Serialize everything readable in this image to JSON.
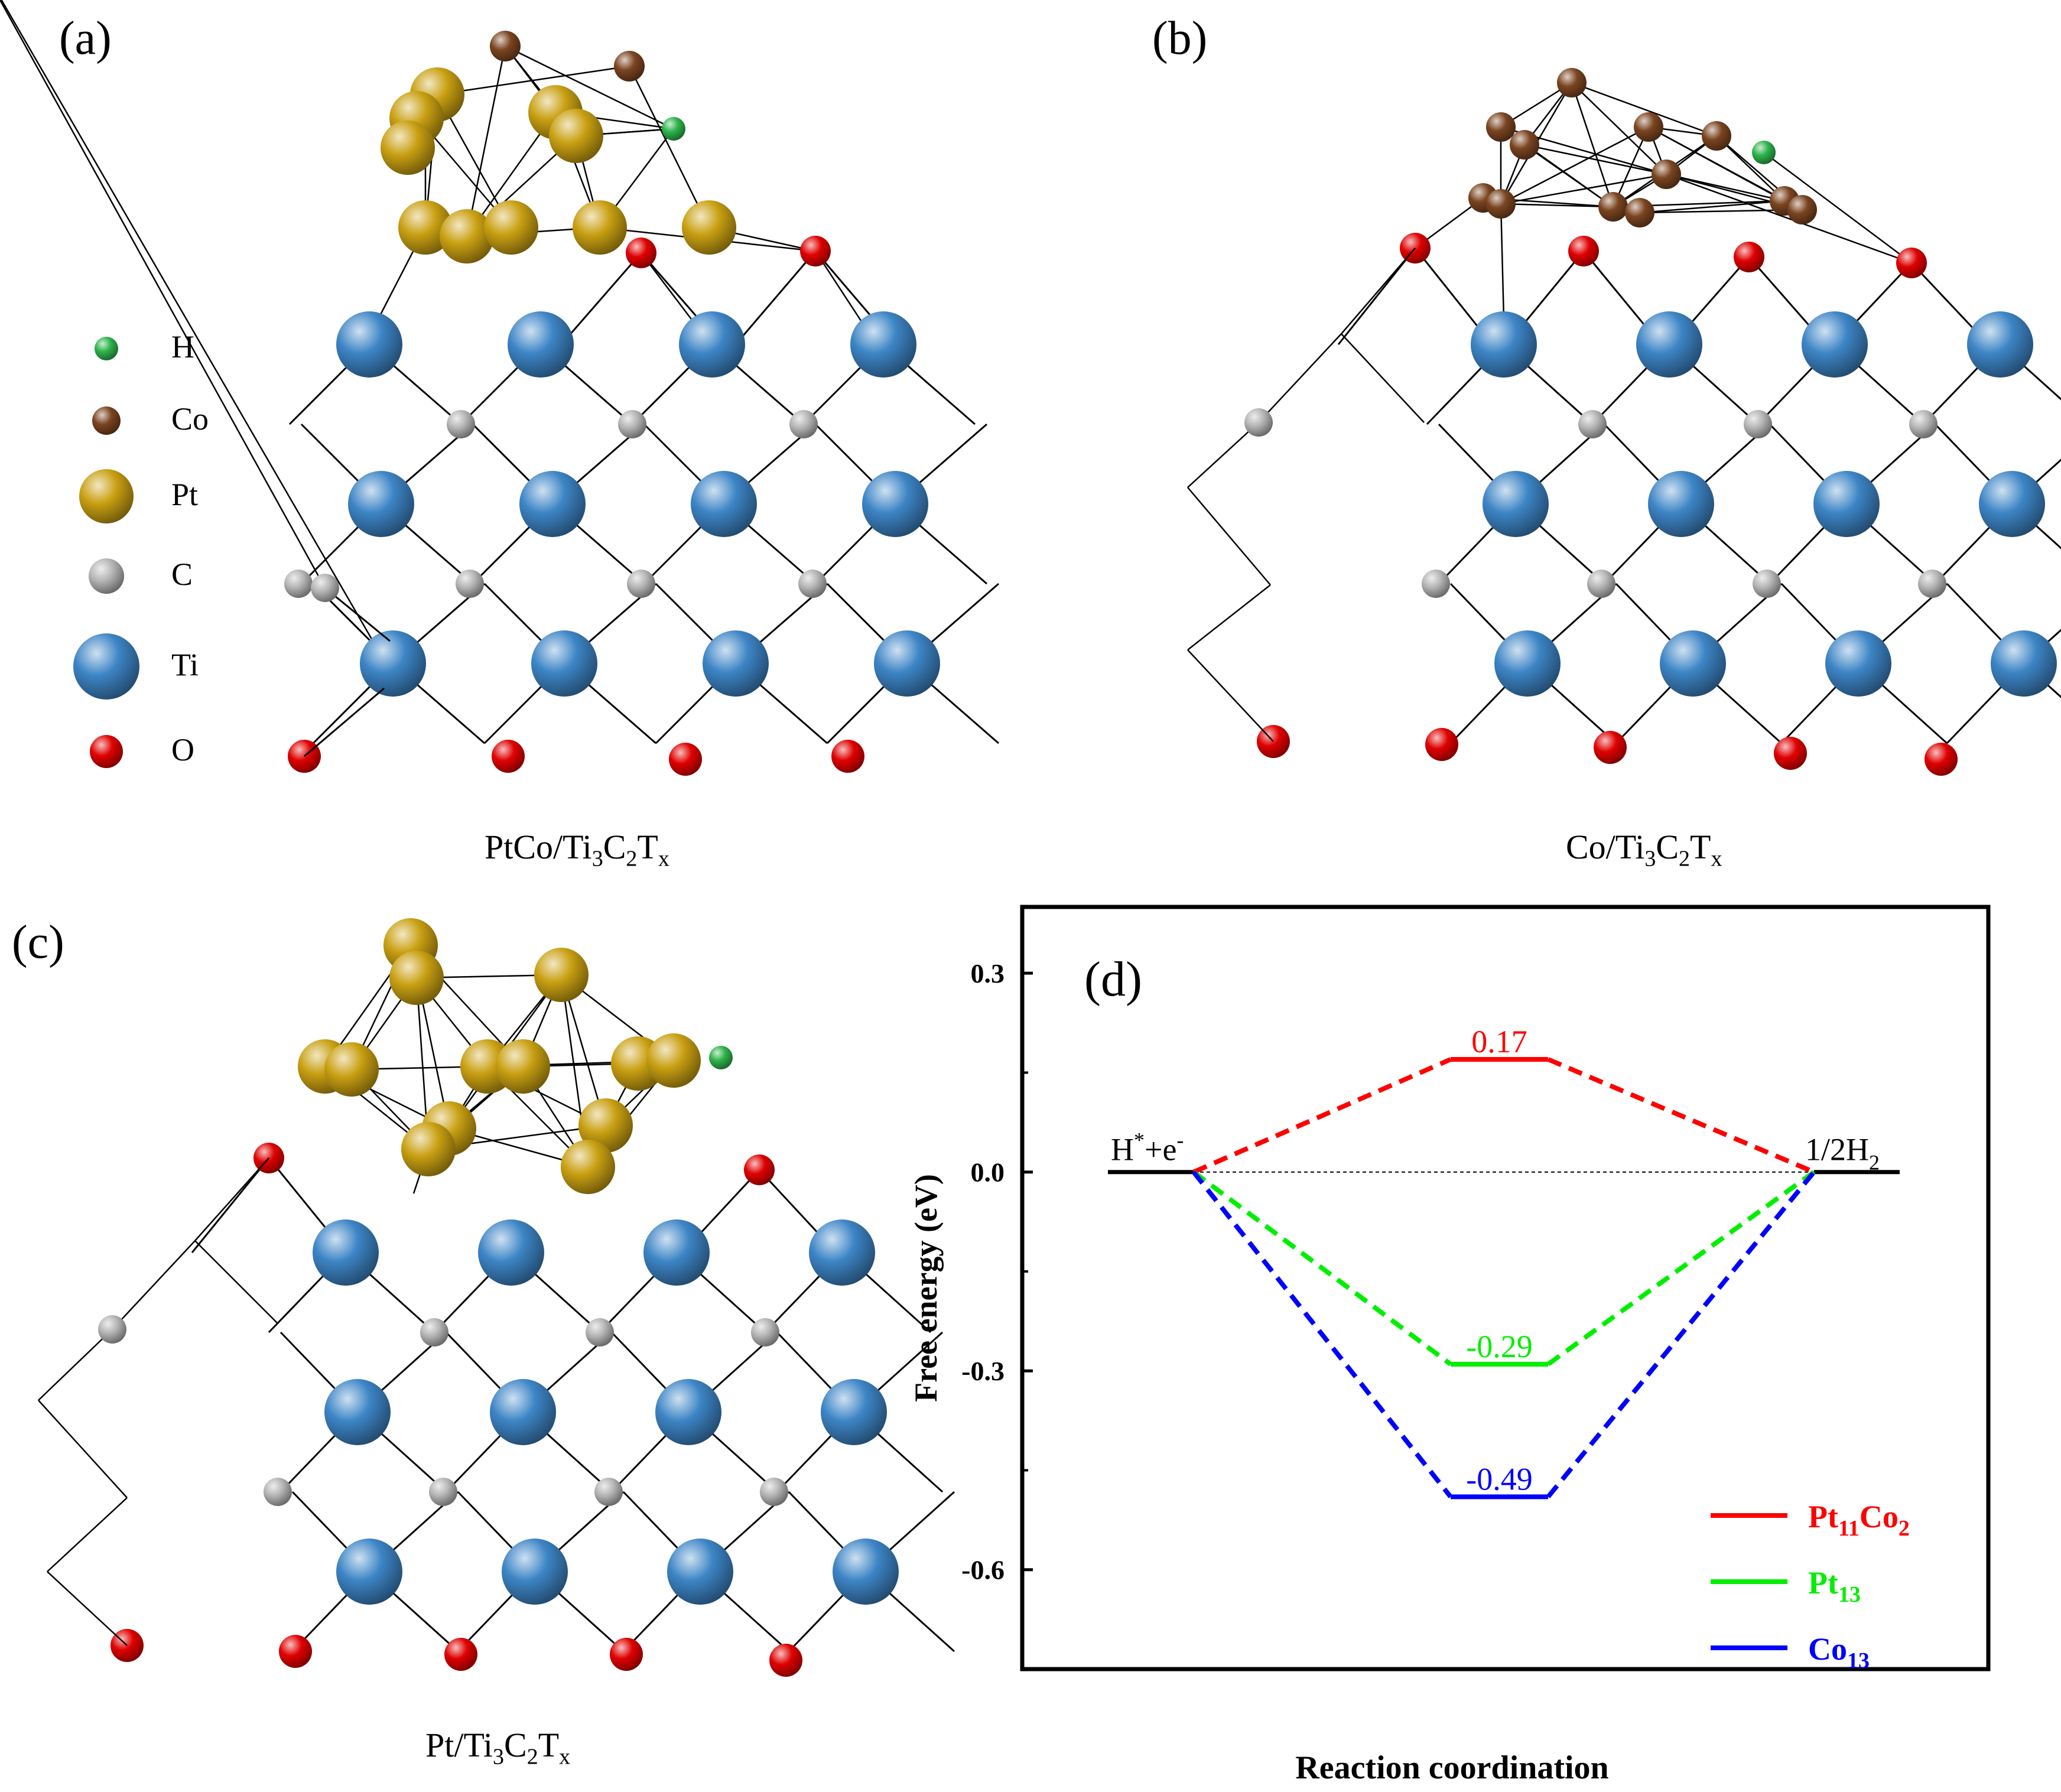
{
  "panels": {
    "a": {
      "letter": "(a)",
      "caption": [
        "PtCo/Ti",
        "3",
        "C",
        "2",
        "T",
        "x"
      ]
    },
    "b": {
      "letter": "(b)",
      "caption": [
        "Co/Ti",
        "3",
        "C",
        "2",
        "T",
        "x"
      ]
    },
    "c": {
      "letter": "(c)",
      "caption": [
        "Pt/Ti",
        "3",
        "C",
        "2",
        "T",
        "x"
      ]
    }
  },
  "atom_legend": [
    {
      "label": "H",
      "color": "#2db34a"
    },
    {
      "label": "Co",
      "color": "#7a4420"
    },
    {
      "label": "Pt",
      "color": "#c9a012"
    },
    {
      "label": "C",
      "color": "#b5b5b5"
    },
    {
      "label": "Ti",
      "color": "#3d85c6"
    },
    {
      "label": "O",
      "color": "#e00000"
    }
  ],
  "chart_data": {
    "type": "line",
    "panel_letter": "(d)",
    "xlabel": "Reaction coordination",
    "ylabel": "Free energy (eV)",
    "ylim": [
      -0.75,
      0.4
    ],
    "yticks": [
      "0.3",
      "0.0",
      "-0.3",
      "-0.6"
    ],
    "ytick_values": [
      0.3,
      0.0,
      -0.3,
      -0.6
    ],
    "states": [
      {
        "label": "H",
        "sup1": "*",
        "mid": "+e",
        "sup2": "-",
        "value": 0.0
      },
      {
        "label": "1/2H",
        "sub": "2",
        "value": 0.0
      }
    ],
    "series": [
      {
        "name": "Pt",
        "sub": "11",
        "name2": "Co",
        "sub2": "2",
        "color": "#ff0000",
        "value": 0.17,
        "value_label": "0.17"
      },
      {
        "name": "Pt",
        "sub": "13",
        "color": "#00ee00",
        "value": -0.29,
        "value_label": "-0.29"
      },
      {
        "name": "Co",
        "sub": "13",
        "color": "#0000ff",
        "value": -0.49,
        "value_label": "-0.49"
      }
    ],
    "grid": false,
    "legend_position": "bottom-right"
  }
}
